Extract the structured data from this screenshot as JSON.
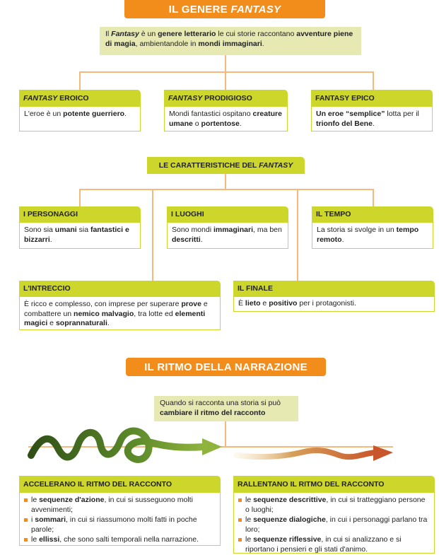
{
  "title": {
    "prefix": "IL GENERE ",
    "italic": "FANTASY"
  },
  "intro": {
    "p1": "Il ",
    "p2": "Fantasy",
    "p3": " è un ",
    "p4": "genere letterario",
    "p5": " le cui storie raccontano ",
    "p6": "avventure piene di magia",
    "p7": ", ambientandole in ",
    "p8": "mondi immaginari",
    "p9": "."
  },
  "types": [
    {
      "h1": "FANTASY",
      "h2": " EROICO",
      "t1": "L'eroe è un ",
      "b1": "potente guerriero",
      "t2": "."
    },
    {
      "h1": "FANTASY",
      "h2": " PRODIGIOSO",
      "t1": "Mondi fantastici ospitano ",
      "b1": "creature umane",
      "t2": " o ",
      "b2": "portentose",
      "t3": "."
    },
    {
      "h1": "FANTASY EPICO",
      "b0": "Un eroe “semplice”",
      "t1": " lotta per il ",
      "b1": "trionfo del Bene",
      "t2": "."
    }
  ],
  "characteristics": {
    "h1": "LE CARATTERISTICHE DEL ",
    "h2": "FANTASY",
    "personaggi": {
      "header": "I PERSONAGGI",
      "t1": "Sono sia ",
      "b1": "umani",
      "t2": " sia ",
      "b2": "fantastici e bizzarri",
      "t3": "."
    },
    "luoghi": {
      "header": "I LUOGHI",
      "t1": "Sono mondi ",
      "b1": "immaginari",
      "t2": ", ma ben ",
      "b2": "descritti",
      "t3": "."
    },
    "tempo": {
      "header": "IL TEMPO",
      "t1": "La storia si svolge in un ",
      "b1": "tempo remoto",
      "t2": "."
    },
    "intreccio": {
      "header": "L'INTRECCIO",
      "t1": "È ricco e complesso, con imprese per superare ",
      "b1": "prove",
      "t2": " e combattere un ",
      "b2": "nemico malvagio",
      "t3": ", tra lotte ed ",
      "b3": "elementi magici",
      "t4": " e ",
      "b4": "soprannaturali",
      "t5": "."
    },
    "finale": {
      "header": "IL FINALE",
      "t0": "È ",
      "b1": "lieto",
      "t1": " e ",
      "b2": "positivo",
      "t2": " per i protagonisti."
    }
  },
  "rhythm": {
    "title": "IL RITMO DELLA NARRAZIONE",
    "intro1": "Quando si racconta una storia si può ",
    "intro_b": "cambiare il ritmo del racconto",
    "accelerate": {
      "header": "ACCELERANO IL RITMO DEL RACCONTO",
      "items": [
        {
          "pre": "le ",
          "b": "sequenze d'azione",
          "post": ", in cui si susseguono molti avvenimenti;"
        },
        {
          "pre": "i ",
          "b": "sommari",
          "post": ", in cui si riassumono molti fatti in poche parole;"
        },
        {
          "pre": "le ",
          "b": "ellissi",
          "post": ", che sono salti temporali nella narrazione."
        }
      ]
    },
    "slow": {
      "header": "RALLENTANO IL RITMO DEL RACCONTO",
      "items": [
        {
          "pre": "le ",
          "b": "sequenze descrittive",
          "post": ", in cui si tratteggiano persone o luoghi;"
        },
        {
          "pre": "le ",
          "b": "sequenze dialogiche",
          "post": ", in cui i personaggi parlano tra loro;"
        },
        {
          "pre": "le ",
          "b": "sequenze riflessive",
          "post": ", in cui si analizzano e si riportano i pensieri e gli stati d'animo."
        }
      ]
    }
  },
  "colors": {
    "orange": "#f28c1b",
    "lime": "#cdd62b",
    "pale": "#e6e9b1",
    "connector": "#f5b97b",
    "green_arrow": "#5c8a2a",
    "brown_arrow": "#c96a2a"
  }
}
